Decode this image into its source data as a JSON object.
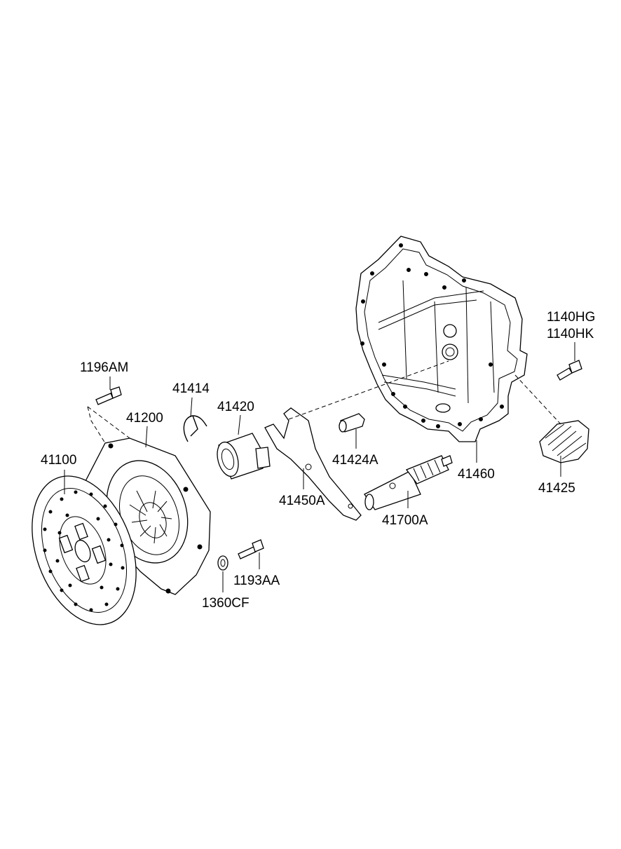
{
  "labels": {
    "p1140hg": "1140HG",
    "p1140hk": "1140HK",
    "p1196am": "1196AM",
    "p41414": "41414",
    "p41420": "41420",
    "p41200": "41200",
    "p41100": "41100",
    "p41424a": "41424A",
    "p41460": "41460",
    "p41425": "41425",
    "p41450a": "41450A",
    "p41700a": "41700A",
    "p1193aa": "1193AA",
    "p1360cf": "1360CF"
  }
}
